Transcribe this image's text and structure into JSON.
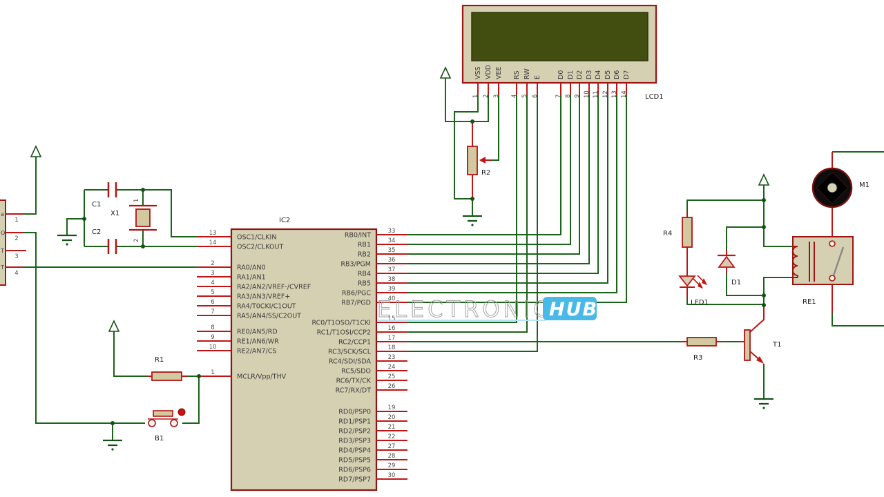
{
  "watermark": {
    "brand_left": "ELECTRONICS",
    "brand_right": "HUB",
    "badge_color": "#49b9ea"
  },
  "colors": {
    "wire_green": "#1a6318",
    "pin_red": "#c11414",
    "component_outline": "#a01414",
    "body_fill": "#d6d0b2",
    "resistor_fill": "#d2c9a0",
    "lcd_screen": "#424e10",
    "junction": "#165116"
  },
  "connector": {
    "pin_numbers": [
      "1",
      "2",
      "3",
      "4"
    ],
    "label_fragments": [
      "a",
      "O",
      "T",
      "T"
    ]
  },
  "crystal": {
    "ref": "X1",
    "pin1": "1",
    "pin2": "2"
  },
  "capacitors": {
    "c1": "C1",
    "c2": "C2"
  },
  "resistors": {
    "r1": "R1",
    "r2": "R2",
    "r3": "R3",
    "r4": "R4"
  },
  "button": {
    "ref": "B1"
  },
  "led": {
    "ref": "LED1"
  },
  "diode": {
    "ref": "D1"
  },
  "transistor": {
    "ref": "T1"
  },
  "relay": {
    "ref": "RE1"
  },
  "motor": {
    "ref": "M1"
  },
  "ic": {
    "ref": "IC2",
    "left_pins": [
      {
        "num": "13",
        "name": "OSC1/CLKIN"
      },
      {
        "num": "14",
        "name": "OSC2/CLKOUT"
      },
      {
        "num": "2",
        "name": "RA0/AN0"
      },
      {
        "num": "3",
        "name": "RA1/AN1"
      },
      {
        "num": "4",
        "name": "RA2/AN2/VREF-/CVREF"
      },
      {
        "num": "5",
        "name": "RA3/AN3/VREF+"
      },
      {
        "num": "6",
        "name": "RA4/T0CKI/C1OUT"
      },
      {
        "num": "7",
        "name": "RA5/AN4/SS/C2OUT"
      },
      {
        "num": "8",
        "name": "RE0/AN5/RD"
      },
      {
        "num": "9",
        "name": "RE1/AN6/WR"
      },
      {
        "num": "10",
        "name": "RE2/AN7/CS"
      },
      {
        "num": "1",
        "name": "MCLR/Vpp/THV"
      }
    ],
    "right_pins": [
      {
        "num": "33",
        "name": "RB0/INT"
      },
      {
        "num": "34",
        "name": "RB1"
      },
      {
        "num": "35",
        "name": "RB2"
      },
      {
        "num": "36",
        "name": "RB3/PGM"
      },
      {
        "num": "37",
        "name": "RB4"
      },
      {
        "num": "38",
        "name": "RB5"
      },
      {
        "num": "39",
        "name": "RB6/PGC"
      },
      {
        "num": "40",
        "name": "RB7/PGD"
      },
      {
        "num": "15",
        "name": "RC0/T1OSO/T1CKI"
      },
      {
        "num": "16",
        "name": "RC1/T1OSI/CCP2"
      },
      {
        "num": "17",
        "name": "RC2/CCP1"
      },
      {
        "num": "18",
        "name": "RC3/SCK/SCL"
      },
      {
        "num": "23",
        "name": "RC4/SDI/SDA"
      },
      {
        "num": "24",
        "name": "RC5/SDO"
      },
      {
        "num": "25",
        "name": "RC6/TX/CK"
      },
      {
        "num": "26",
        "name": "RC7/RX/DT"
      },
      {
        "num": "19",
        "name": "RD0/PSP0"
      },
      {
        "num": "20",
        "name": "RD1/PSP1"
      },
      {
        "num": "21",
        "name": "RD2/PSP2"
      },
      {
        "num": "22",
        "name": "RD3/PSP3"
      },
      {
        "num": "27",
        "name": "RD4/PSP4"
      },
      {
        "num": "28",
        "name": "RD5/PSP5"
      },
      {
        "num": "29",
        "name": "RD6/PSP6"
      },
      {
        "num": "30",
        "name": "RD7/PSP7"
      }
    ]
  },
  "lcd": {
    "ref": "LCD1",
    "pins": [
      {
        "num": "1",
        "name": "VSS"
      },
      {
        "num": "2",
        "name": "VDD"
      },
      {
        "num": "3",
        "name": "VEE"
      },
      {
        "num": "4",
        "name": "RS"
      },
      {
        "num": "5",
        "name": "RW"
      },
      {
        "num": "6",
        "name": "E"
      },
      {
        "num": "7",
        "name": "D0"
      },
      {
        "num": "8",
        "name": "D1"
      },
      {
        "num": "9",
        "name": "D2"
      },
      {
        "num": "10",
        "name": "D3"
      },
      {
        "num": "11",
        "name": "D4"
      },
      {
        "num": "12",
        "name": "D5"
      },
      {
        "num": "13",
        "name": "D6"
      },
      {
        "num": "14",
        "name": "D7"
      }
    ]
  }
}
